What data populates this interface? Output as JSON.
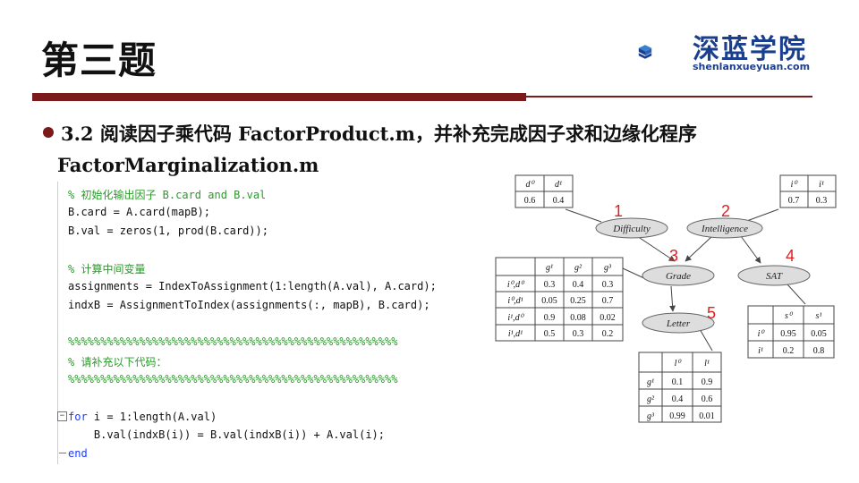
{
  "slide": {
    "title": "第三题",
    "logo": {
      "cn": "深蓝学院",
      "en": "shenlanxueyuan.com"
    },
    "heading_line1": "3.2 阅读因子乘代码 FactorProduct.m，并补充完成因子求和边缘化程序",
    "heading_line2": "FactorMarginalization.m"
  },
  "code": {
    "lines": [
      {
        "text": "% 初始化输出因子 B.card and B.val",
        "type": "comment"
      },
      {
        "text": "B.card = A.card(mapB);",
        "type": "code"
      },
      {
        "text": "B.val = zeros(1, prod(B.card));",
        "type": "code"
      },
      {
        "text": "",
        "type": "code"
      },
      {
        "text": "% 计算中间变量",
        "type": "comment"
      },
      {
        "text": "assignments = IndexToAssignment(1:length(A.val), A.card);",
        "type": "code"
      },
      {
        "text": "indxB = AssignmentToIndex(assignments(:, mapB), B.card);",
        "type": "code"
      },
      {
        "text": "",
        "type": "code"
      },
      {
        "text": "%%%%%%%%%%%%%%%%%%%%%%%%%%%%%%%%%%%%%%%%%%%%%%%%%%%",
        "type": "comment"
      },
      {
        "text": "% 请补充以下代码：",
        "type": "comment"
      },
      {
        "text": "%%%%%%%%%%%%%%%%%%%%%%%%%%%%%%%%%%%%%%%%%%%%%%%%%%%",
        "type": "comment"
      },
      {
        "text": "",
        "type": "code"
      },
      {
        "text_kw": "for",
        "text": " i = 1:length(A.val)",
        "type": "kwline"
      },
      {
        "text": "    B.val(indxB(i)) = B.val(indxB(i)) + A.val(i);",
        "type": "code"
      },
      {
        "text_kw": "end",
        "text": "",
        "type": "kwline"
      }
    ]
  },
  "network": {
    "nodes": {
      "difficulty": "Difficulty",
      "intelligence": "Intelligence",
      "grade": "Grade",
      "sat": "SAT",
      "letter": "Letter"
    },
    "numbers": [
      "1",
      "2",
      "3",
      "4",
      "5"
    ],
    "tables": {
      "d": {
        "headers": [
          "d⁰",
          "d¹"
        ],
        "values": [
          "0.6",
          "0.4"
        ]
      },
      "i": {
        "headers": [
          "i⁰",
          "i¹"
        ],
        "values": [
          "0.7",
          "0.3"
        ]
      },
      "g": {
        "headers": [
          "g¹",
          "g²",
          "g³"
        ],
        "rows": [
          {
            "label": "i⁰,d⁰",
            "values": [
              "0.3",
              "0.4",
              "0.3"
            ]
          },
          {
            "label": "i⁰,d¹",
            "values": [
              "0.05",
              "0.25",
              "0.7"
            ]
          },
          {
            "label": "i¹,d⁰",
            "values": [
              "0.9",
              "0.08",
              "0.02"
            ]
          },
          {
            "label": "i¹,d¹",
            "values": [
              "0.5",
              "0.3",
              "0.2"
            ]
          }
        ]
      },
      "s": {
        "headers": [
          "s⁰",
          "s¹"
        ],
        "rows": [
          {
            "label": "i⁰",
            "values": [
              "0.95",
              "0.05"
            ]
          },
          {
            "label": "i¹",
            "values": [
              "0.2",
              "0.8"
            ]
          }
        ]
      },
      "l": {
        "headers": [
          "l⁰",
          "l¹"
        ],
        "rows": [
          {
            "label": "g¹",
            "values": [
              "0.1",
              "0.9"
            ]
          },
          {
            "label": "g²",
            "values": [
              "0.4",
              "0.6"
            ]
          },
          {
            "label": "g³",
            "values": [
              "0.99",
              "0.01"
            ]
          }
        ]
      }
    }
  },
  "colors": {
    "accent": "#7a1a1a",
    "brand": "#1b3f8f",
    "comment": "#2a9a2a",
    "keyword": "#1a3cff",
    "number_red": "#e02020"
  }
}
